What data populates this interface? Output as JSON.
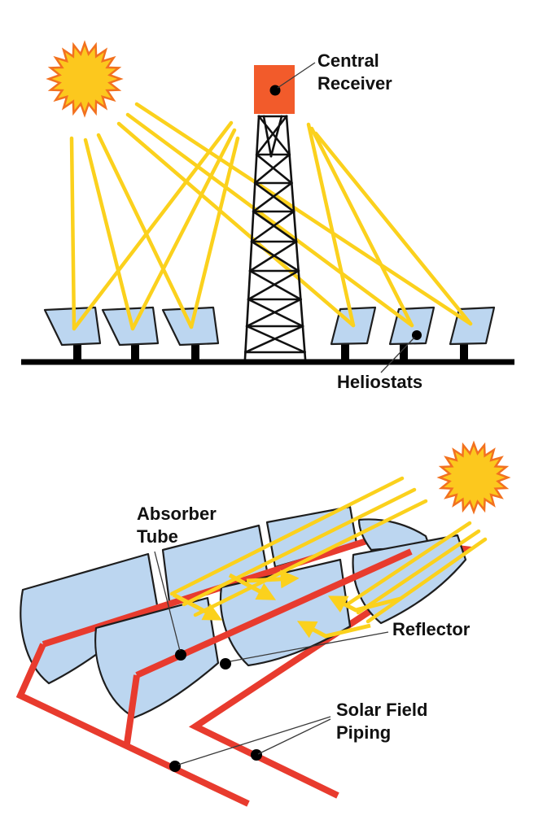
{
  "colors": {
    "sun_fill": "#FCC81E",
    "sun_stroke": "#F2711F",
    "ray": "#FBD11D",
    "panel_fill": "#BCD6F0",
    "panel_stroke": "#1E1E1E",
    "receiver": "#F25B2B",
    "pipe": "#E83B2E",
    "ink": "#111111",
    "ground": "#000000"
  },
  "top_diagram": {
    "labels": {
      "central_receiver": [
        "Central",
        "Receiver"
      ],
      "heliostats": "Heliostats"
    }
  },
  "bottom_diagram": {
    "labels": {
      "absorber_tube": [
        "Absorber",
        "Tube"
      ],
      "reflector": "Reflector",
      "solar_field_piping": [
        "Solar Field",
        "Piping"
      ]
    }
  }
}
